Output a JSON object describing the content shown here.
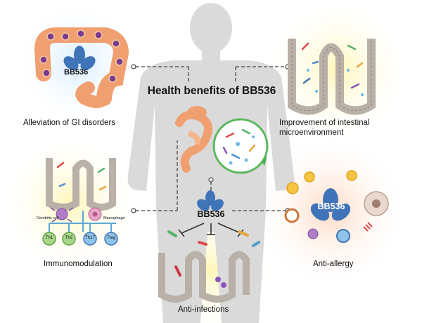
{
  "title": "Health benefits of BB536",
  "bb536": "BB536",
  "panels": {
    "gi": "Alleviation of GI disorders",
    "microenv": "Improvement of intestinal microenvironment",
    "immuno": "Immunomodulation",
    "allergy": "Anti-allergy",
    "infection": "Anti-infections"
  },
  "immune_cells": {
    "dendritic": "Dendritic cell",
    "macrophage": "Macrophage",
    "t_cells": [
      "Th1",
      "Th2",
      "Th17",
      "Treg"
    ]
  },
  "colors": {
    "silhouette": "#d9d9d9",
    "bacterium": "#3f74b8",
    "colon": "#f5a06a",
    "villi": "#b9b0a8",
    "arrow_green": "#4caf50",
    "connector": "#444444"
  }
}
